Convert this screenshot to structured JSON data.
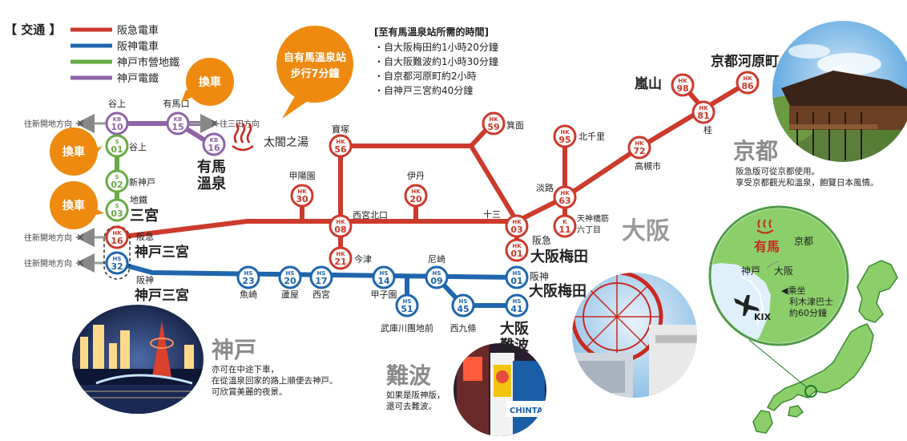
{
  "legend": {
    "title": "【 交通 】",
    "lines": [
      {
        "label": "阪急電車",
        "color": "#cc3a2c"
      },
      {
        "label": "阪神電車",
        "color": "#1f66ad"
      },
      {
        "label": "神戸市營地鐵",
        "color": "#68aa45"
      },
      {
        "label": "神戸電鐵",
        "color": "#8e63a8"
      }
    ]
  },
  "colors": {
    "hankyu": "#cc3a2c",
    "hanshin": "#1f66ad",
    "subway": "#68aa45",
    "kobe": "#8e63a8",
    "orange": "#ee8a10",
    "gray": "#8a8a8a"
  },
  "callouts": {
    "transfer": "換車",
    "walk_line1": "自有馬溫泉站",
    "walk_line2": "步行7分鐘"
  },
  "times": {
    "title": "[至有馬溫泉站所需的時間]",
    "items": [
      "・自大阪梅田約1小時20分鐘",
      "・自大阪難波約1小時30分鐘",
      "・自京都河原町約2小時",
      "・自神戸三宮約40分鐘"
    ]
  },
  "directions": {
    "shinkaichi": "往新開地方向",
    "sanda": "往三田方向"
  },
  "onsen": {
    "taiko": "太閤之湯",
    "arima_1": "有馬",
    "arima_2": "溫泉"
  },
  "stations": {
    "kb10": {
      "code": "KB",
      "num": "10",
      "name": "谷上"
    },
    "kb15": {
      "code": "KB",
      "num": "15",
      "name": "有馬口"
    },
    "kb16": {
      "code": "KB",
      "num": "16"
    },
    "s01": {
      "code": "S",
      "num": "01",
      "name": "谷上"
    },
    "s02": {
      "code": "S",
      "num": "02",
      "name": "新神戸"
    },
    "s03": {
      "code": "S",
      "num": "03",
      "name1": "地鐵",
      "name2": "三宮"
    },
    "hk16": {
      "code": "HK",
      "num": "16",
      "name1": "阪急",
      "name2": "神戸三宮"
    },
    "hs32": {
      "code": "HS",
      "num": "32",
      "name1": "阪神",
      "name2": "神戸三宮"
    },
    "hk30": {
      "code": "HK",
      "num": "30",
      "name": "甲陽園"
    },
    "hk56": {
      "code": "HK",
      "num": "56",
      "name": "寶塚"
    },
    "hk08": {
      "code": "HK",
      "num": "08",
      "name": "西宮北口"
    },
    "hk21": {
      "code": "HK",
      "num": "21",
      "name": "今津"
    },
    "hk20": {
      "code": "HK",
      "num": "20",
      "name": "伊丹"
    },
    "hk59": {
      "code": "HK",
      "num": "59",
      "name": "箕面"
    },
    "hk03": {
      "code": "HK",
      "num": "03",
      "name": "十三"
    },
    "hk01": {
      "code": "HK",
      "num": "01",
      "name1": "阪急",
      "name2": "大阪梅田"
    },
    "hk63": {
      "code": "HK",
      "num": "63",
      "name": "淡路"
    },
    "hk95": {
      "code": "HK",
      "num": "95",
      "name": "北千里"
    },
    "hk11": {
      "code": "K",
      "num": "11",
      "name1": "天神橋筋",
      "name2": "六丁目"
    },
    "hk72": {
      "code": "HK",
      "num": "72",
      "name": "高槻市"
    },
    "hk81": {
      "code": "HK",
      "num": "81",
      "name": "桂"
    },
    "hk98": {
      "code": "HK",
      "num": "98",
      "name": "嵐山"
    },
    "hk86": {
      "code": "HK",
      "num": "86",
      "name": "京都河原町"
    },
    "hs23": {
      "code": "HS",
      "num": "23",
      "name": "魚崎"
    },
    "hs20": {
      "code": "HS",
      "num": "20",
      "name": "蘆屋"
    },
    "hs17": {
      "code": "HS",
      "num": "17",
      "name": "西宮"
    },
    "hs14": {
      "code": "HS",
      "num": "14",
      "name": "甲子園"
    },
    "hs51": {
      "code": "HS",
      "num": "51",
      "name": "武庫川團地前"
    },
    "hs09": {
      "code": "HS",
      "num": "09",
      "name": "尼崎"
    },
    "hs45": {
      "code": "HS",
      "num": "45",
      "name": "西九條"
    },
    "hs01": {
      "code": "HS",
      "num": "01",
      "name1": "阪神",
      "name2": "大阪梅田"
    },
    "hs41": {
      "code": "HS",
      "num": "41",
      "name1": "大阪",
      "name2": "難波"
    }
  },
  "areas": {
    "osaka": "大阪",
    "kyoto": {
      "title": "京都",
      "desc1": "阪急版可從京都使用。",
      "desc2": "享受京都觀光和溫泉，飽覽日本風情。"
    },
    "kobe": {
      "title": "神戸",
      "desc1": "亦可在中途下車，",
      "desc2": "在從溫泉回家的路上順便去神戸。",
      "desc3": "可欣賞美麗的夜景。"
    },
    "namba": {
      "title": "難波",
      "desc1": "如果是阪神版，",
      "desc2": "還可去難波。"
    }
  },
  "inset": {
    "arima": "有馬",
    "kyoto": "京都",
    "kobe": "神戸",
    "osaka": "大阪",
    "kix": "KIX",
    "bus1": "◀乘坐",
    "bus2": "利木津巴士",
    "bus3": "約60分鐘"
  },
  "photo_signs": {
    "chintai": "CHINTAI"
  }
}
